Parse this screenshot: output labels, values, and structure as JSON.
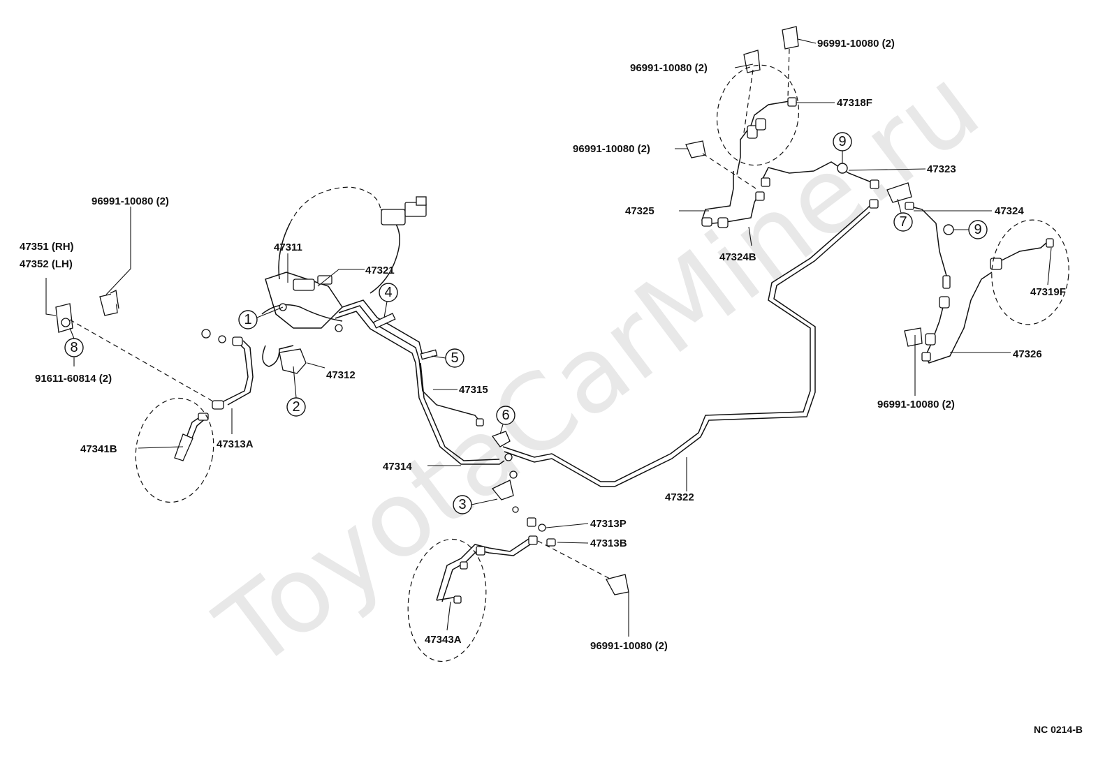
{
  "watermark": "ToyotaCarMine.ru",
  "drawing_code": "NC 0214-B",
  "callouts": [
    "1",
    "2",
    "3",
    "4",
    "5",
    "6",
    "7",
    "8",
    "9",
    "9"
  ],
  "labels": {
    "clip_top_right": "96991-10080 (2)",
    "clip_top_center": "96991-10080 (2)",
    "hose_47318F": "47318F",
    "clip_mid_left": "96991-10080 (2)",
    "pipe_47323": "47323",
    "pipe_47325": "47325",
    "pipe_47324": "47324",
    "hose_47324B": "47324B",
    "clip_left": "96991-10080 (2)",
    "bracket_rh": "47351 (RH)",
    "bracket_lh": "47352 (LH)",
    "pipe_47311": "47311",
    "pipe_47321": "47321",
    "pipe_47312": "47312",
    "bolt_8": "91611-60814 (2)",
    "pipe_47315": "47315",
    "hose_47313A": "47313A",
    "pipe_47341B": "47341B",
    "pipe_47314": "47314",
    "pipe_47322": "47322",
    "gasket_47313P": "47313P",
    "bolt_47313B": "47313B",
    "pipe_47343A": "47343A",
    "clip_bottom": "96991-10080 (2)",
    "hose_47319F": "47319F",
    "pipe_47326": "47326",
    "clip_right": "96991-10080 (2)"
  }
}
